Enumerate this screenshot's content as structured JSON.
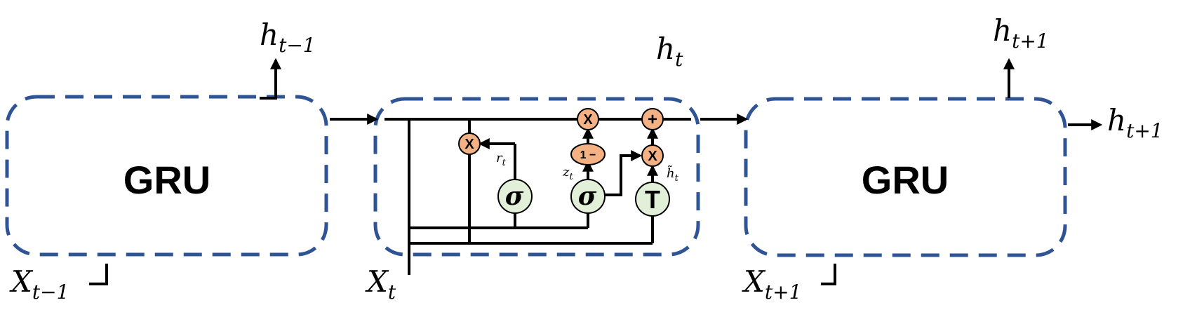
{
  "cells": {
    "left_title": "GRU",
    "right_title": "GRU"
  },
  "labels": {
    "h_prev": {
      "base": "h",
      "sub": "t−1"
    },
    "h_t": {
      "base": "h",
      "sub": "t"
    },
    "h_next_top": {
      "base": "h",
      "sub": "t+1"
    },
    "h_next_right": {
      "base": "h",
      "sub": "t+1"
    },
    "x_prev": {
      "base": "X",
      "sub": "t−1"
    },
    "x_t": {
      "base": "X",
      "sub": "t"
    },
    "x_next": {
      "base": "X",
      "sub": "t+1"
    },
    "r_t": {
      "base": "r",
      "sub": "t"
    },
    "z_t": {
      "base": "z",
      "sub": "t"
    },
    "h_tilde": {
      "base": "h̃",
      "sub": "t"
    }
  },
  "operators": {
    "mult_reset": "X",
    "mult_update": "X",
    "mult_candidate": "X",
    "add": "+",
    "one_minus": "1 −"
  },
  "gates": {
    "reset_gate": "σ",
    "update_gate": "σ",
    "candidate_gate": "T"
  },
  "colors": {
    "box_border": "#2F5496",
    "operator_fill": "#F4B183",
    "gate_fill": "#E2F0D9",
    "line": "#000000"
  }
}
